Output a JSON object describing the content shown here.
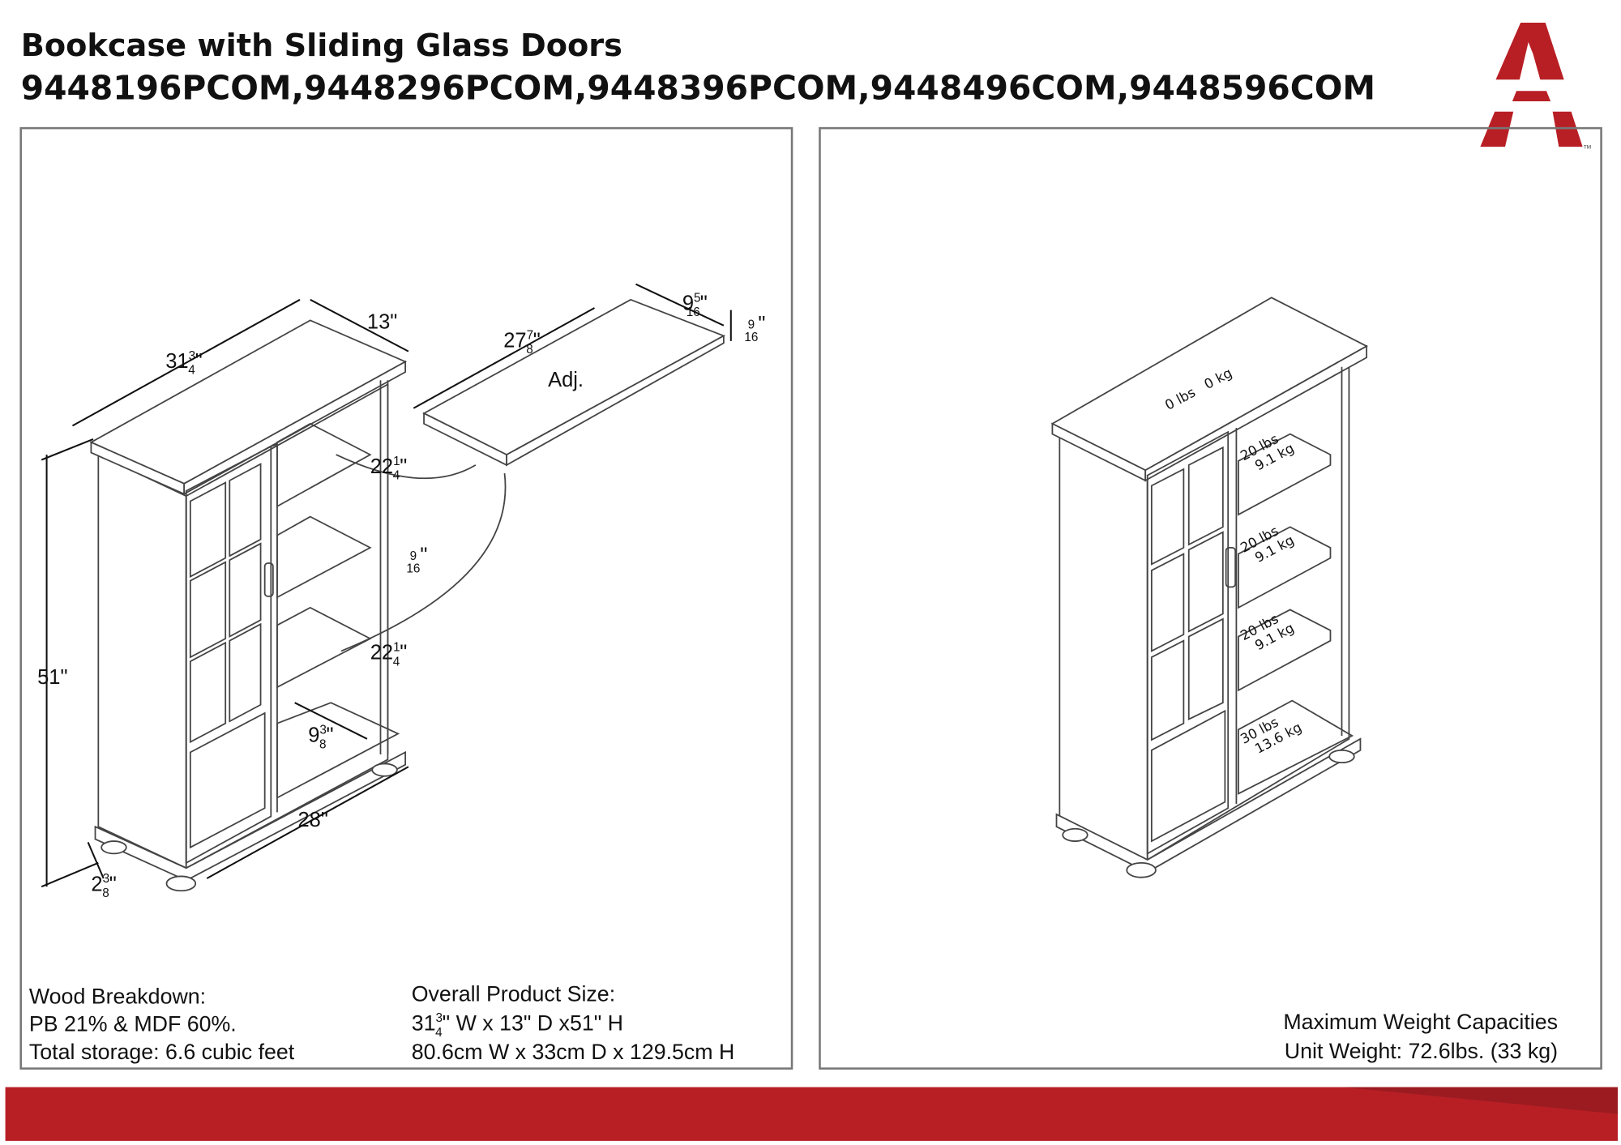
{
  "header": {
    "title": "Bookcase with Sliding Glass Doors",
    "models": "9448196PCOM,9448296PCOM,9448396PCOM,9448496COM,9448596COM",
    "logo_text": "A",
    "logo_tm": "TM"
  },
  "colors": {
    "brand_red": "#b81f25",
    "brand_dark_red": "#8f1a1e",
    "line": "#444444"
  },
  "left_panel": {
    "dimensions": {
      "width": {
        "whole": "31",
        "num": "3",
        "den": "4",
        "unit": "\""
      },
      "depth": {
        "whole": "13",
        "unit": "\""
      },
      "height": {
        "whole": "51",
        "unit": "\""
      },
      "inner_width": {
        "whole": "28",
        "unit": "\""
      },
      "foot_height": {
        "whole": "2",
        "num": "3",
        "den": "8",
        "unit": "\""
      },
      "bottom_depth": {
        "whole": "9",
        "num": "3",
        "den": "8",
        "unit": "\""
      },
      "shelf_length": {
        "whole": "27",
        "num": "7",
        "den": "8",
        "unit": "\""
      },
      "shelf_depth": {
        "whole": "9",
        "num": "5",
        "den": "16",
        "unit": "\""
      },
      "shelf_thickness": {
        "num": "9",
        "den": "16",
        "unit": "\""
      },
      "mid_thickness": {
        "num": "9",
        "den": "16",
        "unit": "\""
      },
      "upper_shelf_width": {
        "whole": "22",
        "num": "1",
        "den": "4",
        "unit": "\""
      },
      "lower_shelf_width": {
        "whole": "22",
        "num": "1",
        "den": "4",
        "unit": "\""
      }
    },
    "shelf_label": "Adj.",
    "wood_breakdown": {
      "heading": "Wood Breakdown:",
      "composition": "PB 21% & MDF 60%.",
      "storage": "Total storage: 6.6 cubic feet"
    },
    "overall_size": {
      "heading": "Overall Product Size:",
      "imperial_whole": "31",
      "imperial_num": "3",
      "imperial_den": "4",
      "imperial_rest": "\" W x 13\" D x51\" H",
      "metric": "80.6cm W x 33cm D x 129.5cm H"
    }
  },
  "right_panel": {
    "weights": [
      {
        "lbs": "0 lbs",
        "kg": "0 kg"
      },
      {
        "lbs": "20 lbs",
        "kg": "9.1 kg"
      },
      {
        "lbs": "20 lbs",
        "kg": "9.1 kg"
      },
      {
        "lbs": "20 lbs",
        "kg": "9.1 kg"
      },
      {
        "lbs": "30 lbs",
        "kg": "13.6 kg"
      }
    ],
    "caption": "Maximum Weight Capacities",
    "unit_weight": "Unit Weight: 72.6lbs. (33 kg)"
  }
}
